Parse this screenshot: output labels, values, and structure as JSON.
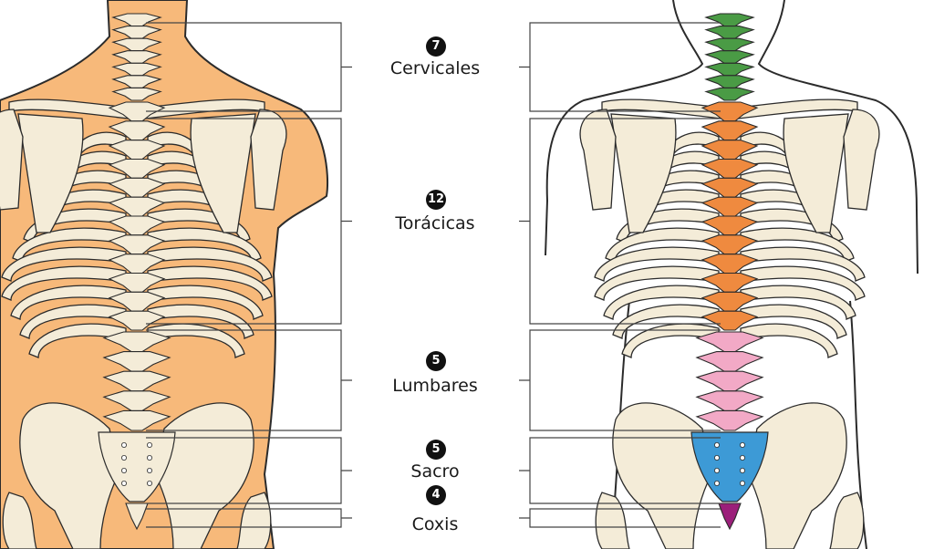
{
  "colors": {
    "skin_left": "#f7b97a",
    "bone": "#f4ecd8",
    "outline": "#2b2b2b",
    "cervical": "#4a9b45",
    "thoracic": "#ef8a3f",
    "lumbar": "#f2a9c6",
    "sacrum": "#3d9ad6",
    "coccyx": "#9b1f7a"
  },
  "regions": [
    {
      "id": "cervical",
      "count": "7",
      "name": "Cervicales"
    },
    {
      "id": "thoracic",
      "count": "12",
      "name": "Torácicas"
    },
    {
      "id": "lumbar",
      "count": "5",
      "name": "Lumbares"
    },
    {
      "id": "sacrum",
      "count": "5",
      "name": "Sacro"
    },
    {
      "id": "coccyx",
      "count": "4",
      "name": "Coxis"
    }
  ]
}
